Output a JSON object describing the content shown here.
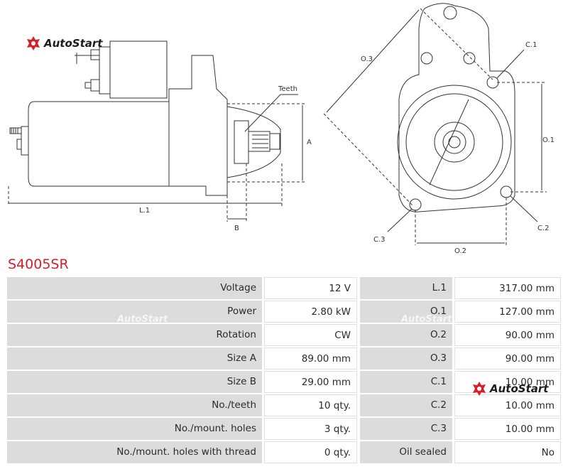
{
  "brand": {
    "name": "AutoStart",
    "accent": "#d5202a"
  },
  "drawing": {
    "teeth_label": "Teeth",
    "dim_a": "A",
    "dim_b": "B",
    "dim_l1": "L.1",
    "dim_o1": "O.1",
    "dim_o2": "O.2",
    "dim_o3": "O.3",
    "dim_c1": "C.1",
    "dim_c2": "C.2",
    "dim_c3": "C.3"
  },
  "part_number": "S4005SR",
  "specs": [
    {
      "label": "Voltage",
      "value": "12 V",
      "label2": "L.1",
      "value2": "317.00 mm"
    },
    {
      "label": "Power",
      "value": "2.80 kW",
      "label2": "O.1",
      "value2": "127.00 mm"
    },
    {
      "label": "Rotation",
      "value": "CW",
      "label2": "O.2",
      "value2": "90.00 mm"
    },
    {
      "label": "Size A",
      "value": "89.00 mm",
      "label2": "O.3",
      "value2": "90.00 mm"
    },
    {
      "label": "Size B",
      "value": "29.00 mm",
      "label2": "C.1",
      "value2": "10.00 mm"
    },
    {
      "label": "No./teeth",
      "value": "10 qty.",
      "label2": "C.2",
      "value2": "10.00 mm"
    },
    {
      "label": "No./mount. holes",
      "value": "3 qty.",
      "label2": "C.3",
      "value2": "10.00 mm"
    },
    {
      "label": "No./mount. holes with thread",
      "value": "0 qty.",
      "label2": "Oil sealed",
      "value2": "No"
    }
  ]
}
